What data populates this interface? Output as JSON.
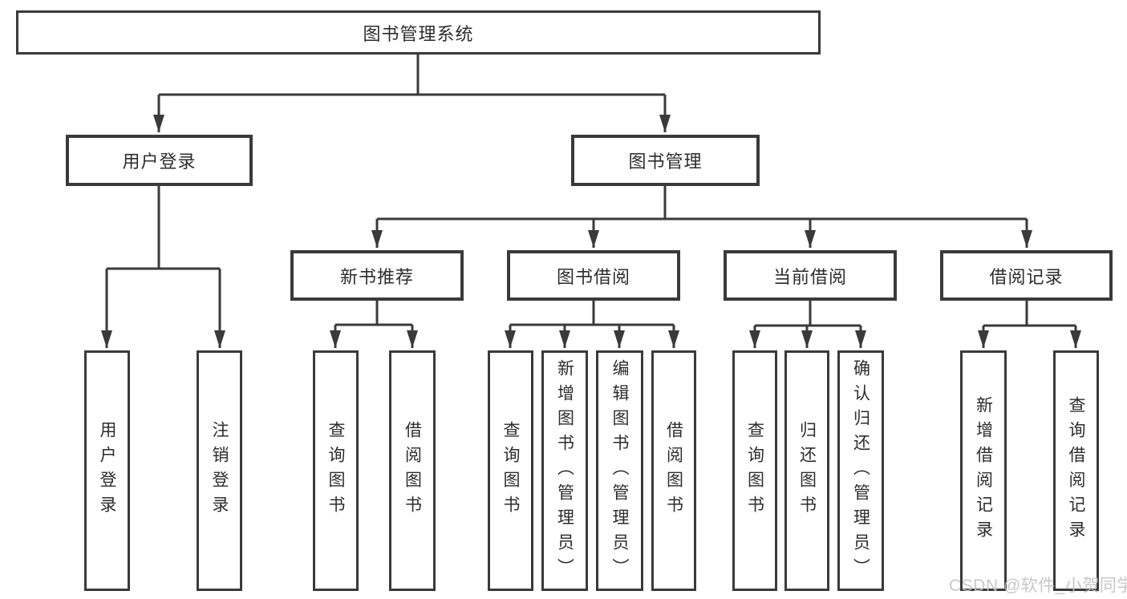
{
  "diagram": {
    "tree": {
      "label": "图书管理系统",
      "children": [
        {
          "label": "用户登录",
          "children": [
            {
              "label": "用户登录"
            },
            {
              "label": "注销登录"
            }
          ]
        },
        {
          "label": "图书管理",
          "children": [
            {
              "label": "新书推荐",
              "children": [
                {
                  "label": "查询图书"
                },
                {
                  "label": "借阅图书"
                }
              ]
            },
            {
              "label": "图书借阅",
              "children": [
                {
                  "label": "查询图书"
                },
                {
                  "label": "新增图书（管理员）"
                },
                {
                  "label": "编辑图书（管理员）"
                },
                {
                  "label": "借阅图书"
                }
              ]
            },
            {
              "label": "当前借阅",
              "children": [
                {
                  "label": "查询图书"
                },
                {
                  "label": "归还图书"
                },
                {
                  "label": "确认归还（管理员）"
                }
              ]
            },
            {
              "label": "借阅记录",
              "children": [
                {
                  "label": "新增借阅记录"
                },
                {
                  "label": "查询借阅记录"
                }
              ]
            }
          ]
        }
      ]
    },
    "watermark": "CSDN @软件_小贺同学",
    "colors": {
      "line": "#3a3a3a",
      "text": "#2d2d2d",
      "box_background": "#ffffff",
      "watermark": "#c2c2c2",
      "background": "#ffffff"
    }
  }
}
